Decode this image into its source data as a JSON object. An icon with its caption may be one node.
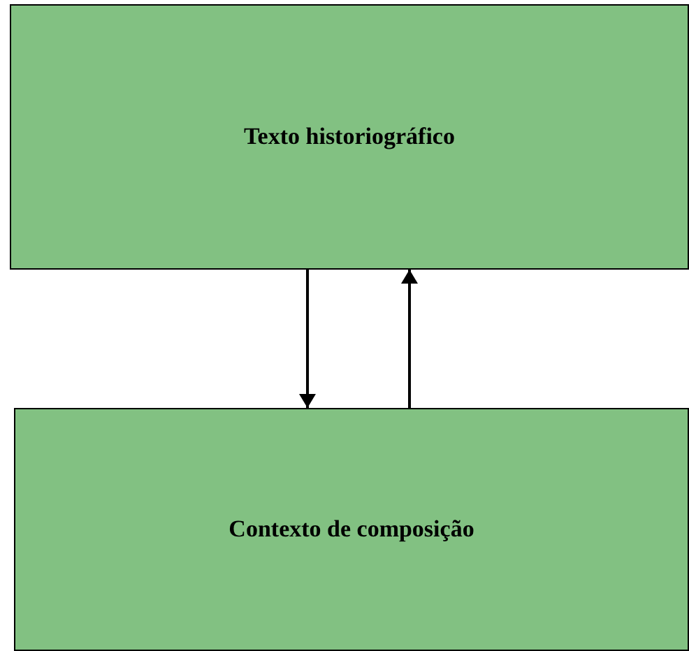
{
  "diagram": {
    "nodes": [
      {
        "text": [
          "Texto historiográfico"
        ]
      },
      {
        "text": [
          "Contexto de composição"
        ]
      }
    ],
    "edges": [
      {
        "from": 0,
        "to": 1,
        "arrow": "to"
      },
      {
        "from": 1,
        "to": 0,
        "arrow": "to"
      }
    ]
  }
}
